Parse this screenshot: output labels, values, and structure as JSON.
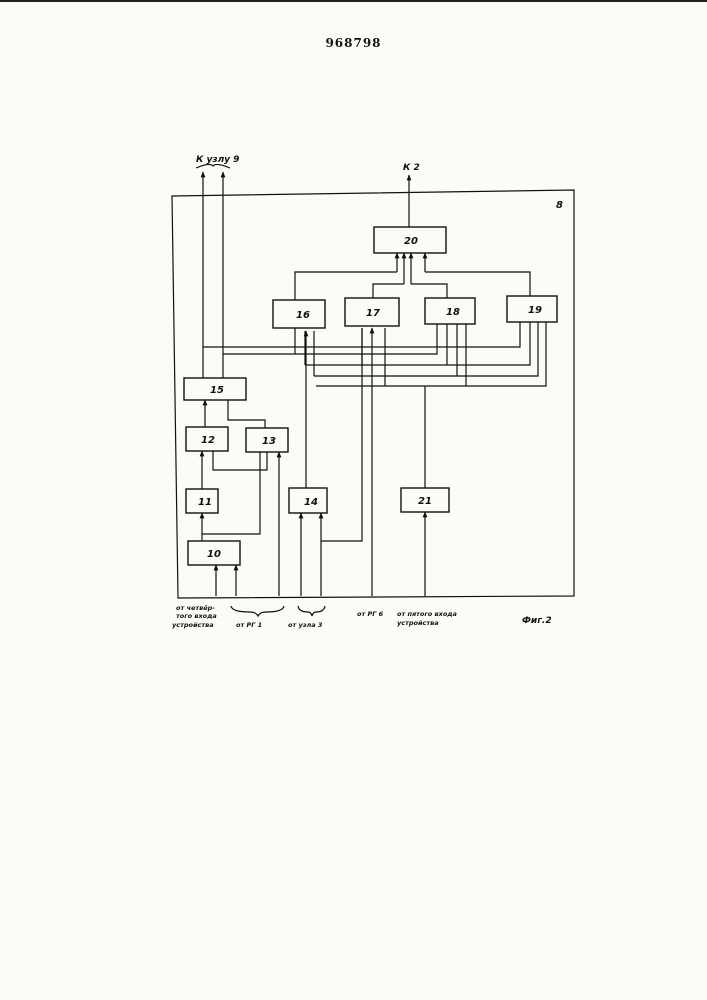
{
  "header": {
    "patent_number": "968798"
  },
  "diagram": {
    "unit_number": "8",
    "output_left_label": "К узлу 9",
    "output_top_label": "К 2",
    "figure_label": "Фиг.2",
    "blocks": {
      "b10": "10",
      "b11": "11",
      "b12": "12",
      "b13": "13",
      "b14": "14",
      "b15": "15",
      "b16": "16",
      "b17": "17",
      "b18": "18",
      "b19": "19",
      "b20": "20",
      "b21": "21"
    },
    "inputs": {
      "fourth_input_l1": "от четвёр-",
      "fourth_input_l2": "того входа",
      "fourth_input_l3": "устройства",
      "from_rg1": "от  РГ 1",
      "from_node3": "от узла 3",
      "from_rg6": "от РГ 6",
      "fifth_input_l1": "от пятого входа",
      "fifth_input_l2": "устройства"
    }
  }
}
